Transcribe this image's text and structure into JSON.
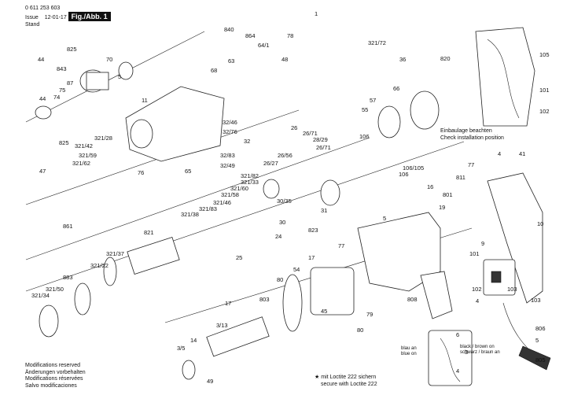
{
  "header": {
    "part_number": "0 611 253 603",
    "issue_label": "Issue",
    "stand_label": "Stand",
    "issue_date": "12-01-17",
    "figure_badge": "Fig./Abb. 1"
  },
  "footer_lines": [
    "Modifications reserved",
    "Änderungen vorbehalten",
    "Modifications réservées",
    "Salvo modificaciones"
  ],
  "install_note": [
    "Einbaulage beachten",
    "Check installation position"
  ],
  "loctite_note": [
    "mit Loctite 222 sichern",
    "secure with Loctite 222"
  ],
  "wiring": {
    "left": [
      "blau an",
      "blue on"
    ],
    "right": [
      "black / brown on",
      "schwarz / braun an"
    ]
  },
  "part_labels": [
    "44",
    "825",
    "843",
    "87",
    "75",
    "74",
    "44",
    "70",
    "5",
    "11",
    "840",
    "864",
    "64/1",
    "78",
    "63",
    "68",
    "48",
    "32/46",
    "32/76",
    "32",
    "32/83",
    "32/49",
    "65",
    "76",
    "825",
    "321/28",
    "321/42",
    "321/59",
    "321/62",
    "47",
    "26",
    "26/71",
    "28/29",
    "26/27",
    "26/56",
    "26/71",
    "321/82",
    "321/33",
    "321/60",
    "321/58",
    "321/46",
    "321/83",
    "321/38",
    "30/35",
    "31",
    "30",
    "823",
    "24",
    "25",
    "861",
    "821",
    "321/37",
    "321/22",
    "883",
    "321/50",
    "321/34",
    "321/72",
    "36",
    "820",
    "57",
    "66",
    "55",
    "106",
    "106/105",
    "106",
    "105",
    "101",
    "102",
    "4",
    "41",
    "77",
    "811",
    "16",
    "801",
    "19",
    "5",
    "10",
    "77",
    "17",
    "80",
    "54",
    "45",
    "80",
    "17",
    "803",
    "3/13",
    "3/5",
    "14",
    "49",
    "79",
    "808",
    "9",
    "101",
    "102",
    "4",
    "103",
    "806",
    "5",
    "805",
    "6",
    "3",
    "4",
    "103",
    "1"
  ]
}
